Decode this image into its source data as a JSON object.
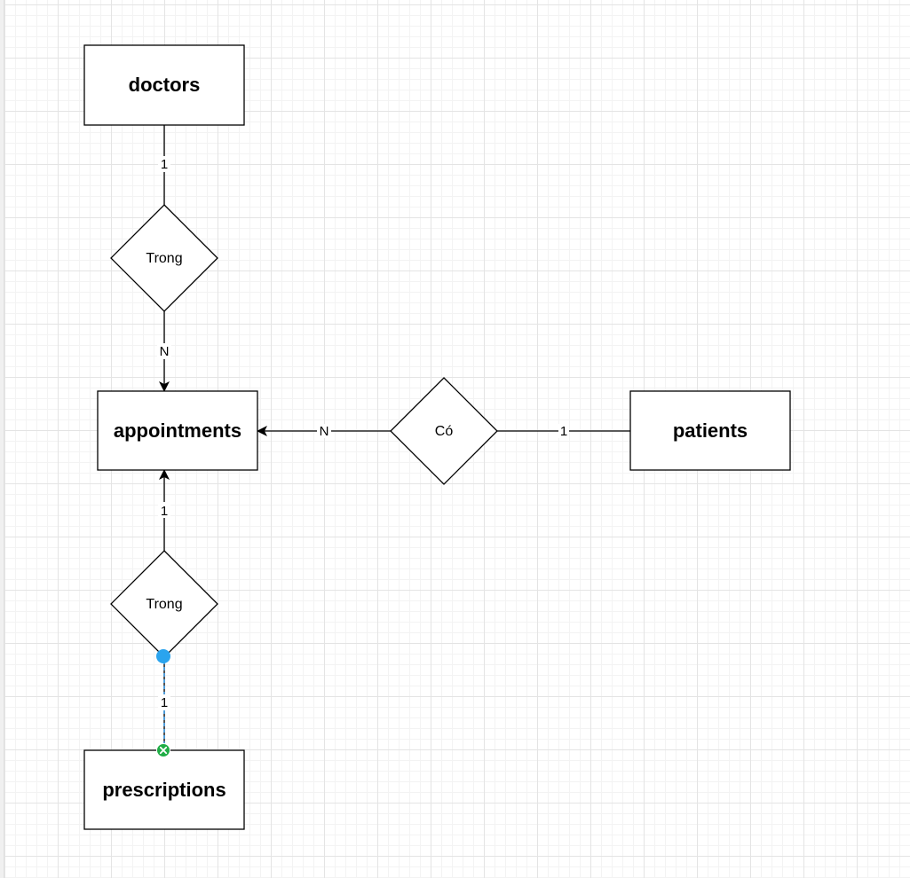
{
  "diagram": {
    "entities": {
      "doctors": "doctors",
      "appointments": "appointments",
      "patients": "patients",
      "prescriptions": "prescriptions"
    },
    "relationships": {
      "trong_top": "Trong",
      "co": "Có",
      "trong_bottom": "Trong"
    },
    "cardinalities": {
      "doctors_side": "1",
      "appointments_top_side": "N",
      "appointments_right_side": "N",
      "patients_side": "1",
      "appointments_bottom_side": "1",
      "prescriptions_side": "1"
    }
  },
  "colors": {
    "selection_handle": "#2aa4ee",
    "connection_point": "#1fad45"
  }
}
